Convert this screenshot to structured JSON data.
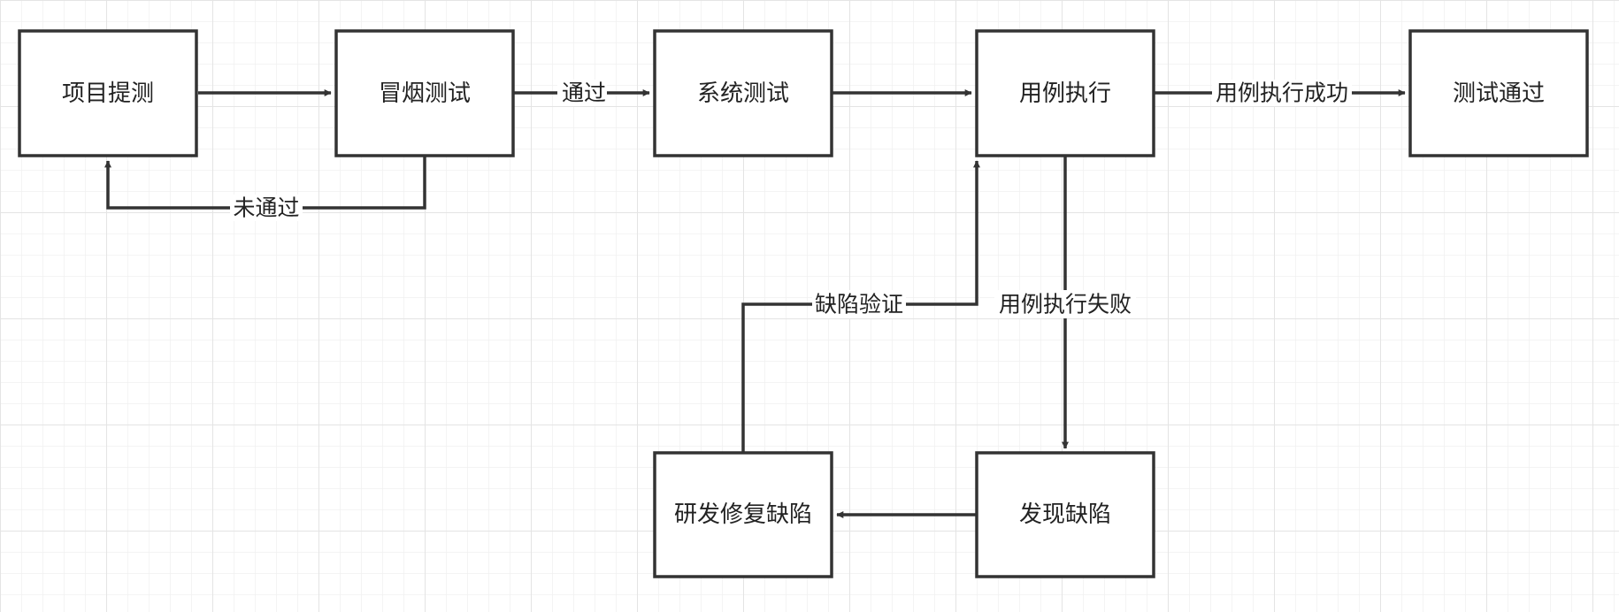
{
  "colors": {
    "background": "#ffffff",
    "grid_minor": "#f0f0f0",
    "grid_major": "#e4e4e4",
    "stroke": "#333333",
    "text": "#222222"
  },
  "nodes": {
    "project_submit": "项目提测",
    "smoke_test": "冒烟测试",
    "system_test": "系统测试",
    "case_execution": "用例执行",
    "test_passed": "测试通过",
    "bug_found": "发现缺陷",
    "dev_fix_bug": "研发修复缺陷"
  },
  "edges": {
    "smoke_pass": "通过",
    "smoke_fail": "未通过",
    "execution_success": "用例执行成功",
    "execution_fail": "用例执行失败",
    "bug_verify": "缺陷验证"
  }
}
